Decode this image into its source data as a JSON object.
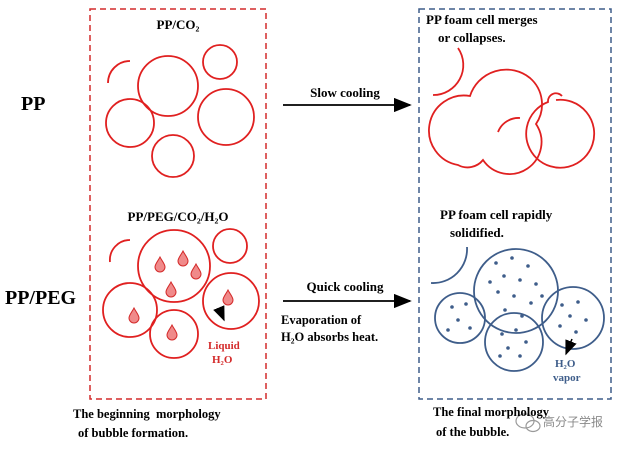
{
  "rows": {
    "pp": "PP",
    "pp_peg": "PP/PEG"
  },
  "initial_headers": {
    "pp": "PP/CO₂",
    "pp_peg": "PP/PEG/CO₂/H₂O"
  },
  "final_headers": {
    "pp_line1": "PP foam cell merges",
    "pp_line2": "or collapses.",
    "pp_peg_line1": "PP foam cell rapidly",
    "pp_peg_line2": "solidified."
  },
  "arrows": {
    "slow": "Slow cooling",
    "quick": "Quick cooling",
    "evap_line1": "Evaporation of",
    "evap_line2": "H₂O absorbs heat."
  },
  "droplet_label": {
    "line1": "Liquid",
    "line2": "H₂O"
  },
  "vapor_label": {
    "line1": "H₂O",
    "line2": "vapor"
  },
  "captions": {
    "left_line1": "The beginning  morphology",
    "left_line2": "of bubble formation.",
    "right_line1": "The final morphology",
    "right_line2": "of the bubble."
  },
  "watermark": "高分子学报",
  "colors": {
    "red": "#e02020",
    "blue": "#3e5d8a",
    "black": "#000000"
  }
}
